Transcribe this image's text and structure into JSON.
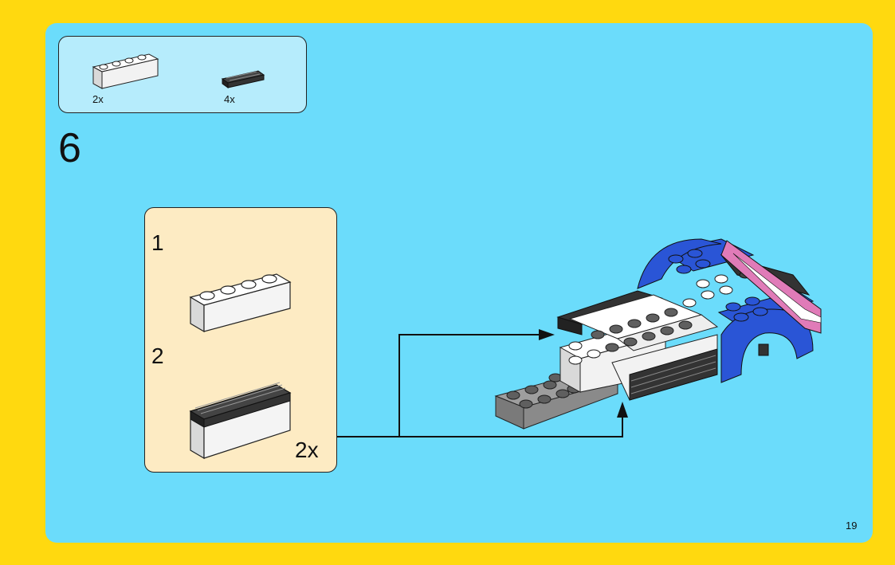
{
  "parts_list": [
    {
      "item": "white-brick-1x4",
      "quantity": "2x"
    },
    {
      "item": "black-grille-tile",
      "quantity": "4x"
    }
  ],
  "step": {
    "number": "6",
    "substeps": [
      {
        "number": "1"
      },
      {
        "number": "2"
      }
    ],
    "multiplier": "2x"
  },
  "page_number": "19",
  "colors": {
    "background": "#ffd90f",
    "panel": "#6bdcfb",
    "parts_box": "#b6ecfc",
    "substep_box": "#fdebc3",
    "brick_blue": "#2a55d6",
    "brick_white": "#ffffff",
    "brick_gray": "#5f5f5f",
    "brick_black": "#222222",
    "brick_pink": "#e07bb8"
  }
}
